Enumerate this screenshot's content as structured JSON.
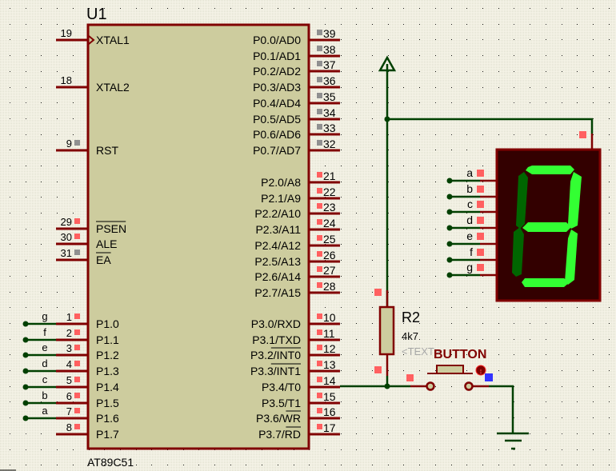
{
  "colors": {
    "background": "#f6f4e8",
    "grid_dot": "#1a1a1a",
    "component_outline": "#800000",
    "component_fill": "#cdcc9e",
    "wire": "#004000",
    "pin_marker_active": "#ff6060",
    "pin_marker_inactive": "#909090",
    "segment_on": "#33ff33",
    "segment_off": "#006600",
    "display_body": "#330000",
    "marker_blue": "#3333ff"
  },
  "u1": {
    "ref": "U1",
    "part": "AT89C51",
    "hidden_text": "<TEXT>",
    "left_pins": [
      {
        "num": "19",
        "label": "XTAL1",
        "state": "none",
        "clock": true
      },
      {
        "num": "18",
        "label": "XTAL2",
        "state": "none"
      },
      {
        "num": "9",
        "label": "RST",
        "state": "inactive"
      },
      {
        "num": "29",
        "label": "PSEN",
        "state": "active",
        "overline": true
      },
      {
        "num": "30",
        "label": "ALE",
        "state": "active"
      },
      {
        "num": "31",
        "label": "EA",
        "state": "inactive",
        "overline": true
      },
      {
        "num": "1",
        "label": "P1.0",
        "state": "active",
        "net": "g"
      },
      {
        "num": "2",
        "label": "P1.1",
        "state": "active",
        "net": "f"
      },
      {
        "num": "3",
        "label": "P1.2",
        "state": "active",
        "net": "e"
      },
      {
        "num": "4",
        "label": "P1.3",
        "state": "active",
        "net": "d"
      },
      {
        "num": "5",
        "label": "P1.4",
        "state": "active",
        "net": "c"
      },
      {
        "num": "6",
        "label": "P1.5",
        "state": "active",
        "net": "b"
      },
      {
        "num": "7",
        "label": "P1.6",
        "state": "active",
        "net": "a"
      },
      {
        "num": "8",
        "label": "P1.7",
        "state": "active"
      }
    ],
    "right_pins": [
      {
        "num": "39",
        "label": "P0.0/AD0",
        "state": "inactive"
      },
      {
        "num": "38",
        "label": "P0.1/AD1",
        "state": "inactive"
      },
      {
        "num": "37",
        "label": "P0.2/AD2",
        "state": "inactive"
      },
      {
        "num": "36",
        "label": "P0.3/AD3",
        "state": "inactive"
      },
      {
        "num": "35",
        "label": "P0.4/AD4",
        "state": "inactive"
      },
      {
        "num": "34",
        "label": "P0.5/AD5",
        "state": "inactive"
      },
      {
        "num": "33",
        "label": "P0.6/AD6",
        "state": "inactive"
      },
      {
        "num": "32",
        "label": "P0.7/AD7",
        "state": "inactive"
      },
      {
        "num": "21",
        "label": "P2.0/A8",
        "state": "active"
      },
      {
        "num": "22",
        "label": "P2.1/A9",
        "state": "active"
      },
      {
        "num": "23",
        "label": "P2.2/A10",
        "state": "active"
      },
      {
        "num": "24",
        "label": "P2.3/A11",
        "state": "active"
      },
      {
        "num": "25",
        "label": "P2.4/A12",
        "state": "active"
      },
      {
        "num": "26",
        "label": "P2.5/A13",
        "state": "active"
      },
      {
        "num": "27",
        "label": "P2.6/A14",
        "state": "active"
      },
      {
        "num": "28",
        "label": "P2.7/A15",
        "state": "active"
      },
      {
        "num": "10",
        "label": "P3.0/RXD",
        "state": "active"
      },
      {
        "num": "11",
        "label": "P3.1/TXD",
        "state": "active"
      },
      {
        "num": "12",
        "label": "P3.2/INT0",
        "state": "active",
        "overline_part": "INT0"
      },
      {
        "num": "13",
        "label": "P3.3/INT1",
        "state": "active",
        "overline_part": "INT1"
      },
      {
        "num": "14",
        "label": "P3.4/T0",
        "state": "active",
        "net": "button"
      },
      {
        "num": "15",
        "label": "P3.5/T1",
        "state": "active"
      },
      {
        "num": "16",
        "label": "P3.6/WR",
        "state": "active",
        "overline_part": "WR"
      },
      {
        "num": "17",
        "label": "P3.7/RD",
        "state": "active",
        "overline_part": "RD"
      }
    ]
  },
  "display": {
    "name": "7-segment display",
    "pins": [
      "a",
      "b",
      "c",
      "d",
      "e",
      "f",
      "g"
    ],
    "segments_on": {
      "a": true,
      "b": true,
      "c": true,
      "d": true,
      "e": false,
      "f": false,
      "g": true
    },
    "shown_digit": "3"
  },
  "r2": {
    "ref": "R2",
    "value": "4k7",
    "hidden_text": "<TEXT>"
  },
  "button": {
    "ref": "BUTTON"
  },
  "power": {
    "symbol": "power-rail-arrow"
  },
  "ground": {
    "symbol": "ground"
  }
}
